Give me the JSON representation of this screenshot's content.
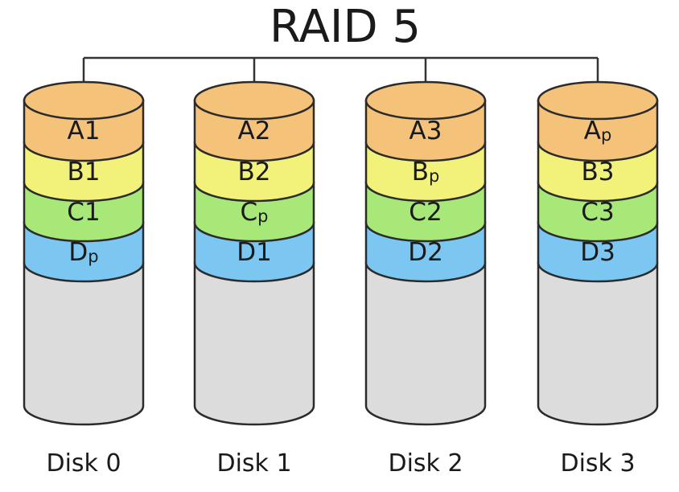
{
  "title": "RAID 5",
  "colors": {
    "A": "#f5c27a",
    "B": "#f2f27a",
    "C": "#a7e878",
    "D": "#7cc6f2",
    "empty": "#dcdcdc",
    "outline": "#2b2b2b",
    "line": "#333333"
  },
  "disks": [
    {
      "label": "Disk 0",
      "blocks": [
        {
          "row": "A",
          "letter": "A",
          "sub": "1"
        },
        {
          "row": "B",
          "letter": "B",
          "sub": "1"
        },
        {
          "row": "C",
          "letter": "C",
          "sub": "1"
        },
        {
          "row": "D",
          "letter": "D",
          "sub": "p"
        }
      ]
    },
    {
      "label": "Disk 1",
      "blocks": [
        {
          "row": "A",
          "letter": "A",
          "sub": "2"
        },
        {
          "row": "B",
          "letter": "B",
          "sub": "2"
        },
        {
          "row": "C",
          "letter": "C",
          "sub": "p"
        },
        {
          "row": "D",
          "letter": "D",
          "sub": "1"
        }
      ]
    },
    {
      "label": "Disk 2",
      "blocks": [
        {
          "row": "A",
          "letter": "A",
          "sub": "3"
        },
        {
          "row": "B",
          "letter": "B",
          "sub": "p"
        },
        {
          "row": "C",
          "letter": "C",
          "sub": "2"
        },
        {
          "row": "D",
          "letter": "D",
          "sub": "2"
        }
      ]
    },
    {
      "label": "Disk 3",
      "blocks": [
        {
          "row": "A",
          "letter": "A",
          "sub": "p"
        },
        {
          "row": "B",
          "letter": "B",
          "sub": "3"
        },
        {
          "row": "C",
          "letter": "C",
          "sub": "3"
        },
        {
          "row": "D",
          "letter": "D",
          "sub": "3"
        }
      ]
    }
  ]
}
